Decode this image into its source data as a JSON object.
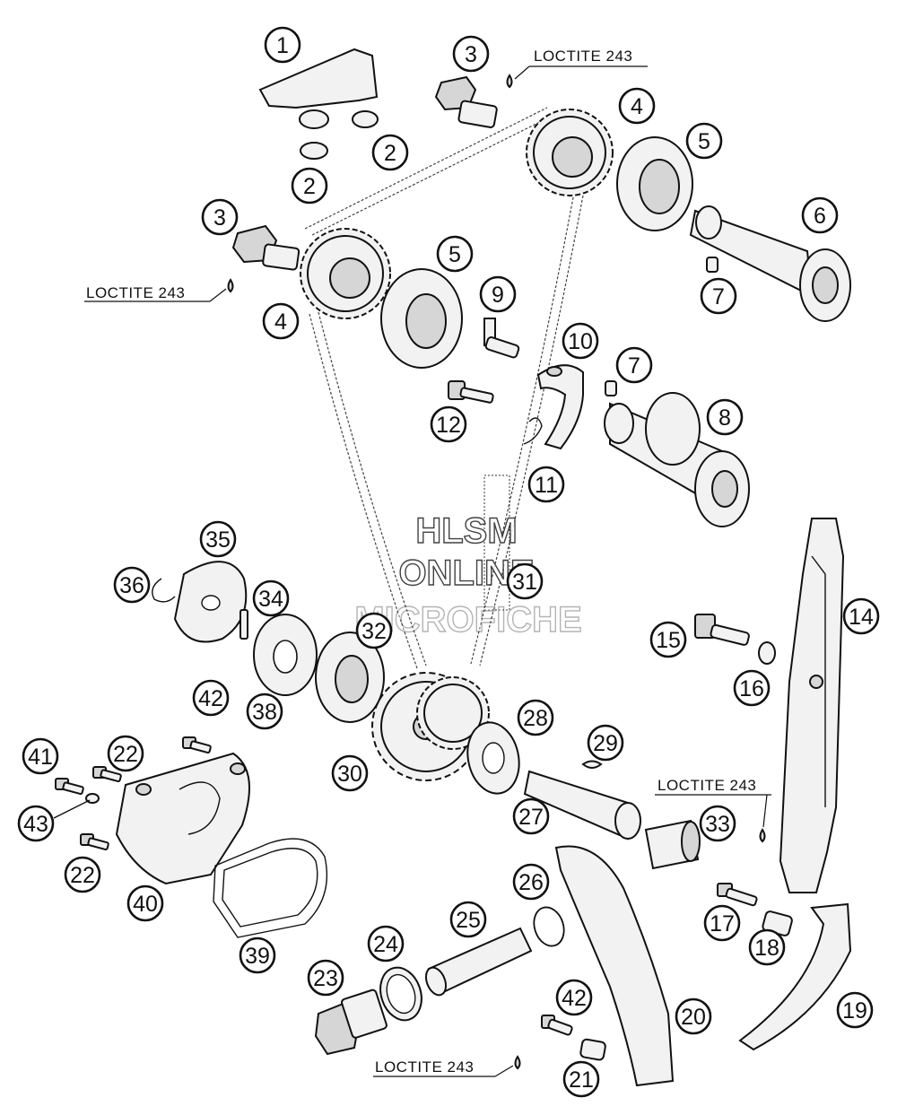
{
  "callouts": [
    "1",
    "2",
    "3",
    "4",
    "5",
    "6",
    "7",
    "8",
    "9",
    "10",
    "11",
    "12",
    "14",
    "15",
    "16",
    "17",
    "18",
    "19",
    "20",
    "21",
    "22",
    "23",
    "24",
    "25",
    "26",
    "27",
    "28",
    "29",
    "30",
    "31",
    "32",
    "33",
    "34",
    "35",
    "36",
    "38",
    "39",
    "40",
    "41",
    "42",
    "43"
  ],
  "loctite_label": "LOCTITE 243",
  "watermark": {
    "line1": "HLSM",
    "line2": "ONLINE",
    "line3": "MICROFICHE"
  }
}
